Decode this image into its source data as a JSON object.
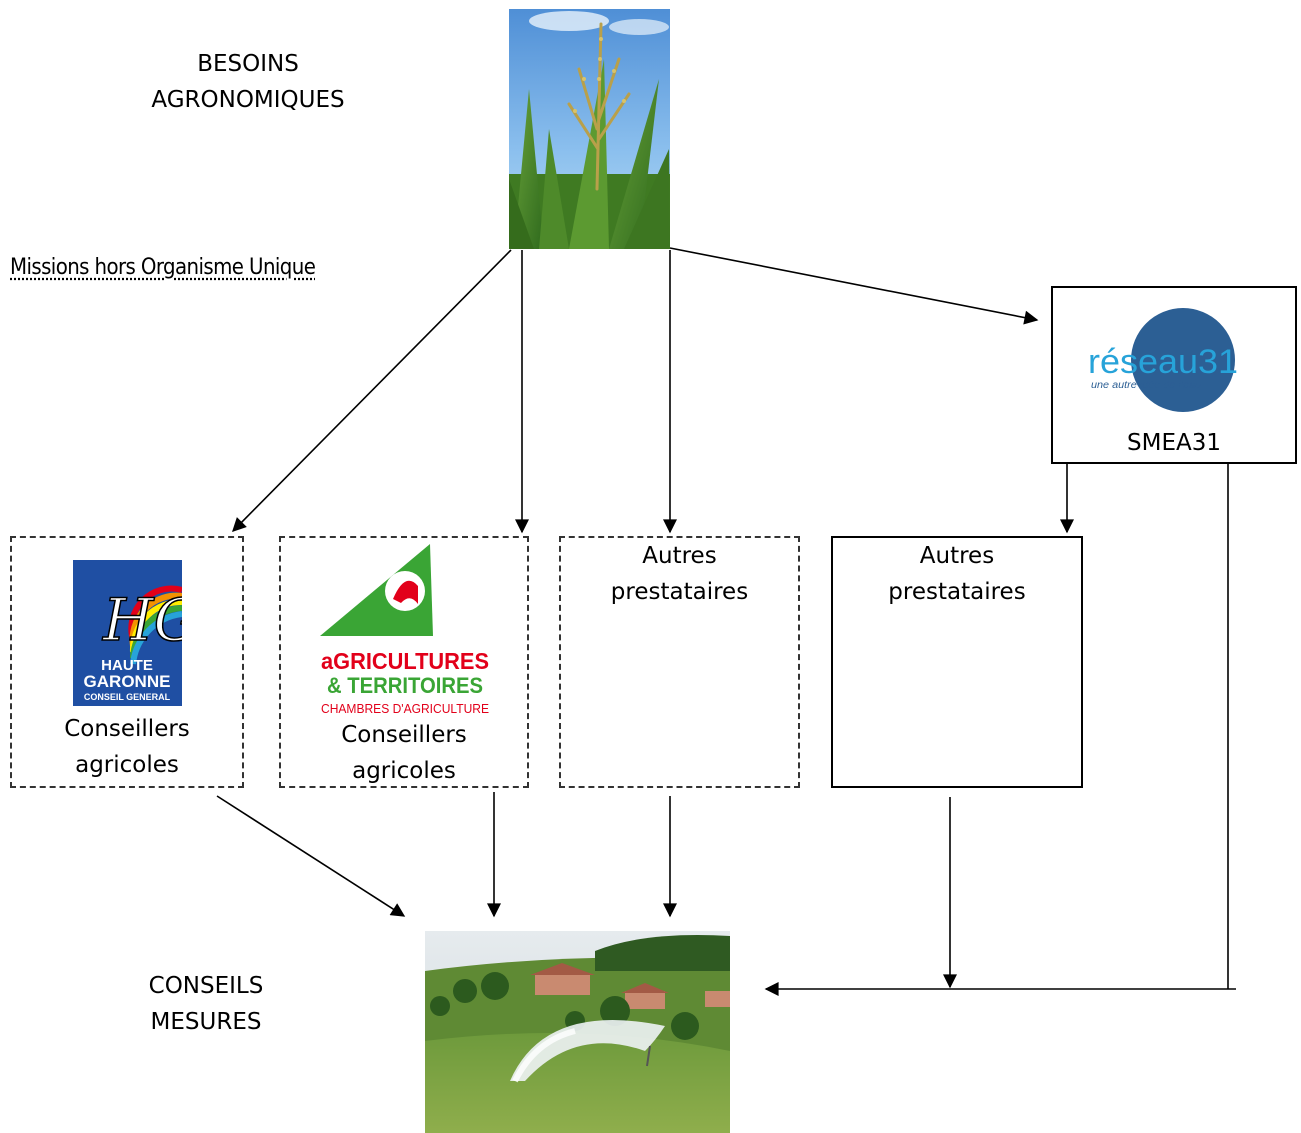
{
  "header": {
    "besoins_line1": "BESOINS",
    "besoins_line2": "AGRONOMIQUES",
    "missions": "Missions hors Organisme Unique"
  },
  "footer": {
    "conseils_line1": "CONSEILS",
    "conseils_line2": "MESURES"
  },
  "boxes": {
    "haute_garonne": {
      "logo_line1": "HAUTE",
      "logo_line2": "GARONNE",
      "logo_line3": "CONSEIL GENERAL",
      "logo_initials": "HG",
      "label_line1": "Conseillers",
      "label_line2": "agricoles"
    },
    "chambres": {
      "logo_line1": "aGRICULTURES",
      "logo_line2": "& TERRITOIRES",
      "logo_line3": "CHAMBRES D'AGRICULTURE",
      "label_line1": "Conseillers",
      "label_line2": "agricoles"
    },
    "autres_1": {
      "label_line1": "Autres",
      "label_line2": "prestataires"
    },
    "autres_2": {
      "label_line1": "Autres",
      "label_line2": "prestataires"
    },
    "smea": {
      "logo_main": "réseau31",
      "logo_tagline": "une autre idée de l'eau",
      "label": "SMEA31"
    }
  },
  "colors": {
    "hg_blue": "#1f4fa3",
    "chambre_green": "#3aa535",
    "chambre_red": "#e2001a",
    "reseau_blue": "#2c5f94",
    "reseau_cyan": "#27a3d9"
  },
  "images": {
    "top": "corn-plant-photo",
    "bottom": "irrigation-field-photo"
  }
}
